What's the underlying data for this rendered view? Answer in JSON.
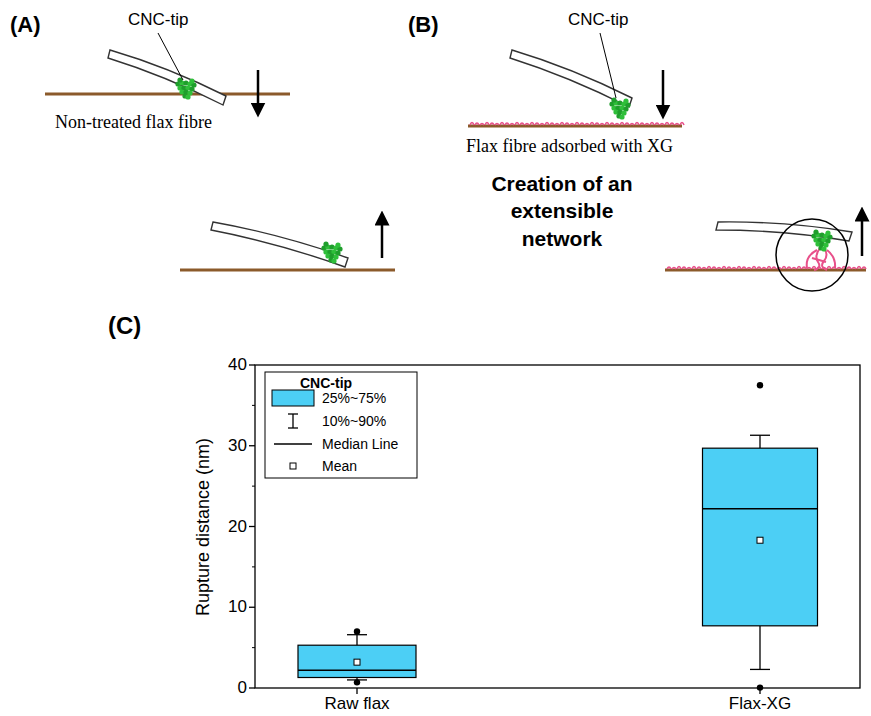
{
  "diagram": {
    "labels": [
      "(A)",
      "CNC-tip",
      "Non-treated flax fibre",
      "(B)",
      "CNC-tip",
      "Flax fibre adsorbed with XG",
      "Creation of an extensible network",
      "(C)",
      "CNC-tip",
      "0",
      "10",
      "20",
      "30",
      "40",
      "Rupture distance (nm)",
      "Raw flax",
      "Flax-XG"
    ],
    "legend": [
      {
        "text": "25%~75%",
        "color": "#4ccff5"
      },
      {
        "text": "10%~90%"
      },
      {
        "text": "Median Line"
      },
      {
        "text": "Mean"
      }
    ]
  }
}
